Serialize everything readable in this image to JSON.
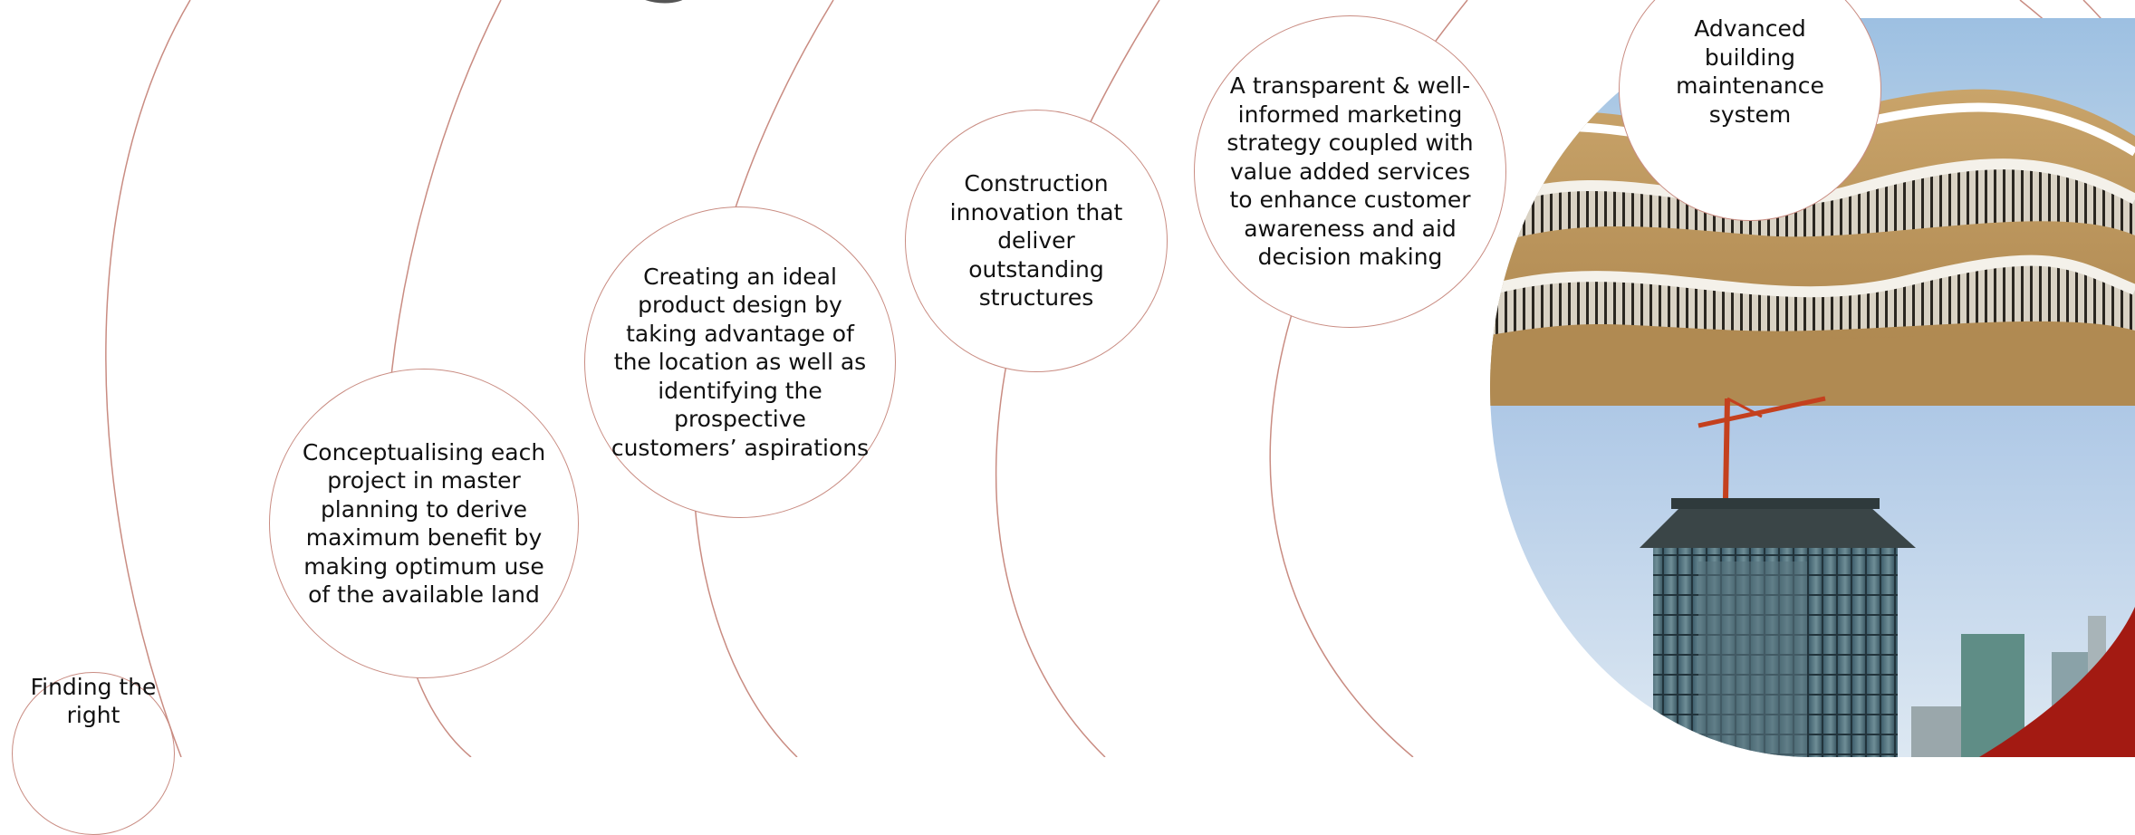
{
  "heading": {
    "partial_glyph": "g"
  },
  "steps": [
    {
      "id": "land",
      "text": "Finding the right"
    },
    {
      "id": "master-planning",
      "text": "Conceptualising each project in master planning to derive maximum benefit by making optimum use of the available land"
    },
    {
      "id": "product-design",
      "text": "Creating an ideal product design by taking advantage of the location as well as identifying the prospective customers’ aspirations"
    },
    {
      "id": "construction",
      "text": "Construction innovation that deliver outstanding structures"
    },
    {
      "id": "marketing",
      "text": "A transparent & well-informed marketing strategy coupled with value added services to enhance customer awareness and aid decision making"
    },
    {
      "id": "maintenance",
      "text": "Advanced building maintenance system"
    }
  ],
  "colors": {
    "arc_line": "#c98c82",
    "bubble_border": "#c98c82",
    "accent": "#a31a12",
    "text": "#111111",
    "heading": "#555555"
  },
  "images": {
    "photo_top": "wavy golden architectural facade",
    "photo_bottom": "glass tower under construction with crane"
  }
}
